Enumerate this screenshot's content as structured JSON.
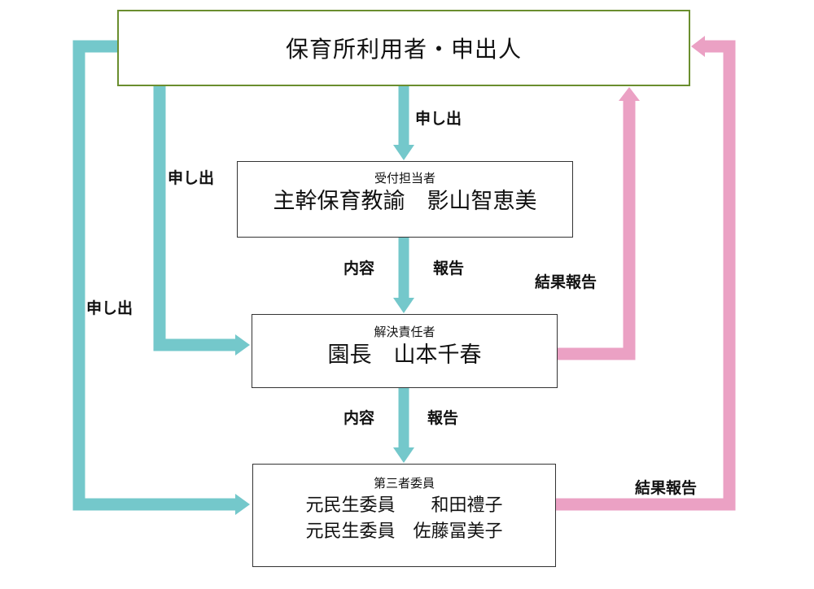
{
  "nodes": {
    "top": {
      "title": "保育所利用者・申出人"
    },
    "reception": {
      "role": "受付担当者",
      "name": "主幹保育教諭　影山智恵美"
    },
    "resolver": {
      "role": "解決責任者",
      "name": "園長　山本千春"
    },
    "third": {
      "role": "第三者委員",
      "member1": "元民生委員　　和田禮子",
      "member2": "元民生委員　佐藤冨美子"
    }
  },
  "labels": {
    "mosidashi": "申し出",
    "naiyou": "内容",
    "houkoku": "報告",
    "kekka_houkoku": "結果報告"
  },
  "colors": {
    "submit_arrow": "#74c8cb",
    "report_arrow": "#eba1c4",
    "top_border": "#6a8e2e"
  }
}
